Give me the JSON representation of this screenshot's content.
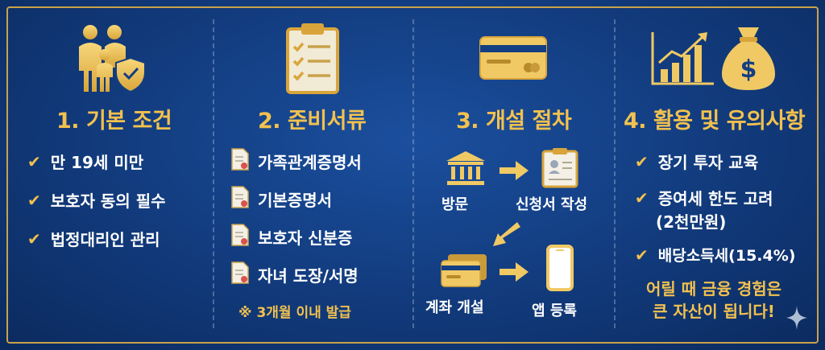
{
  "sections": [
    {
      "title": "1. 기본 조건",
      "items": [
        "만 19세 미만",
        "보호자 동의 필수",
        "법정대리인 관리"
      ]
    },
    {
      "title": "2. 준비서류",
      "items": [
        "가족관계증명서",
        "기본증명서",
        "보호자 신분증",
        "자녀 도장/서명"
      ],
      "note": "※ 3개월 이내 발급"
    },
    {
      "title": "3. 개설 절차",
      "steps": [
        "방문",
        "신청서 작성",
        "계좌 개설",
        "앱 등록"
      ]
    },
    {
      "title": "4. 활용 및 유의사항",
      "items": [
        "장기 투자 교육",
        "증여세 한도 고려",
        "(2천만원)",
        "배당소득세(15.4%)"
      ],
      "closing": [
        "어릴 때 금융 경험은",
        "큰 자산이 됩니다!"
      ]
    }
  ],
  "icons": {
    "family": "family-shield-icon",
    "clipboard": "checklist-clipboard-icon",
    "card": "credit-card-icon",
    "growth": "growth-chart-icon",
    "money": "money-bag-icon",
    "bank": "bank-icon",
    "form": "application-form-icon",
    "cards": "cards-icon",
    "phone": "smartphone-icon",
    "doc": "document-icon",
    "arrow": "arrow-icon",
    "sparkle": "sparkle-icon"
  },
  "colors": {
    "background": "#133e82",
    "accent": "#f2c14e",
    "text": "#ffffff"
  }
}
